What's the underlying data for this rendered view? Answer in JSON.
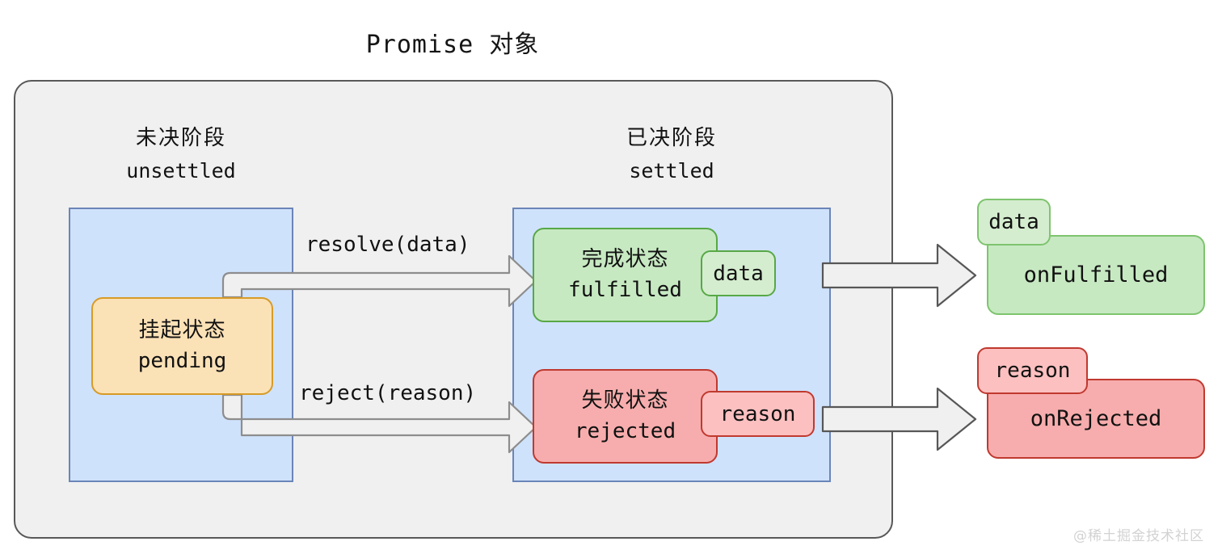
{
  "title": "Promise 对象",
  "phases": [
    {
      "id": "unsettled",
      "cn": "未决阶段",
      "en": "unsettled"
    },
    {
      "id": "settled",
      "cn": "已决阶段",
      "en": "settled"
    }
  ],
  "states": [
    {
      "id": "pending",
      "cn": "挂起状态",
      "en": "pending",
      "fill": "#fbe1b6",
      "border": "#d79b27"
    },
    {
      "id": "fulfilled",
      "cn": "完成状态",
      "en": "fulfilled",
      "fill": "#c7e9c2",
      "border": "#57a846"
    },
    {
      "id": "rejected",
      "cn": "失败状态",
      "en": "rejected",
      "fill": "#f7adad",
      "border": "#c0392f"
    }
  ],
  "value_badges": {
    "fulfilled_value": "data",
    "rejected_value": "reason"
  },
  "transitions": [
    {
      "id": "resolve",
      "label": "resolve(data)",
      "from": "pending",
      "to": "fulfilled"
    },
    {
      "id": "reject",
      "label": "reject(reason)",
      "from": "pending",
      "to": "rejected"
    }
  ],
  "handlers": [
    {
      "id": "onFulfilled",
      "label": "onFulfilled",
      "badge": "data",
      "fill": "#c7e9c2",
      "border": "#7ec46e"
    },
    {
      "id": "onRejected",
      "label": "onRejected",
      "badge": "reason",
      "fill": "#f7adad",
      "border": "#c0392f"
    }
  ],
  "colors": {
    "panel_fill": "#f0f0f0",
    "panel_border": "#585858",
    "phase_fill": "#cfe2fb",
    "phase_border": "#6b85b8",
    "arrow_fill": "#f0f0f0",
    "arrow_stroke": "#575757"
  },
  "watermark": "@稀土掘金技术社区"
}
